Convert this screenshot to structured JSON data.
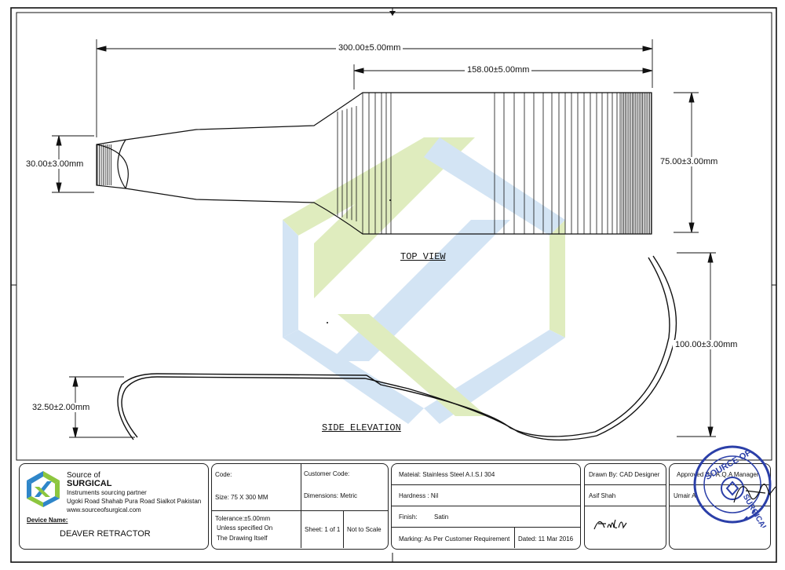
{
  "drawing": {
    "dims": {
      "overall_length": "300.00±5.00mm",
      "blade_length": "158.00±5.00mm",
      "handle_width": "30.00±3.00mm",
      "blade_width": "75.00±3.00mm",
      "blade_curve_height": "100.00±3.00mm",
      "handle_hook_height": "32.50±2.00mm"
    },
    "labels": {
      "top_view": "TOP VIEW",
      "side_elevation": "SIDE ELEVATION"
    }
  },
  "title_block": {
    "company": {
      "line1": "Source of",
      "line2": "SURGICAL",
      "tagline": "Instruments sourcing partner",
      "address": "Ugoki Road Shahab Pura Road Sialkot Pakistan",
      "website": "www.sourceofsurgical.com"
    },
    "device_name_label": "Device Name:",
    "device_name": "DEAVER RETRACTOR",
    "code_label": "Code:",
    "customer_code_label": "Customer Code:",
    "size": "Size:  75 X 300 MM",
    "dimensions": "Dimensions: Metric",
    "tolerance_line1": "Tolerance:±5.00mm",
    "tolerance_line2": "Unless specified On",
    "tolerance_line3": "The Drawing Itself",
    "sheet": "Sheet:  1 of 1",
    "scale": "Not to Scale",
    "material": "Mateial: Stainless Steel A.I.S.I 304",
    "hardness": "Hardness :  Nil",
    "finish_label": "Finish:",
    "finish_value": "Satin",
    "marking": "Marking: As Per Customer Requirement",
    "dated": "Dated: 11 Mar 2016",
    "drawn_by": "Drawn By: CAD Designer",
    "drawn_name": "Asif Shah",
    "approved_by": "Approved By: A.Q.A Manager",
    "approved_name": "Umair Al",
    "stamp_text": "Source of Surgical"
  },
  "colors": {
    "line": "#111111",
    "watermark_green": "#dcebb8",
    "watermark_blue": "#cfe2f3",
    "logo_green": "#8dc63f",
    "logo_blue": "#2f86c9",
    "stamp_blue": "#2b3fa8"
  }
}
